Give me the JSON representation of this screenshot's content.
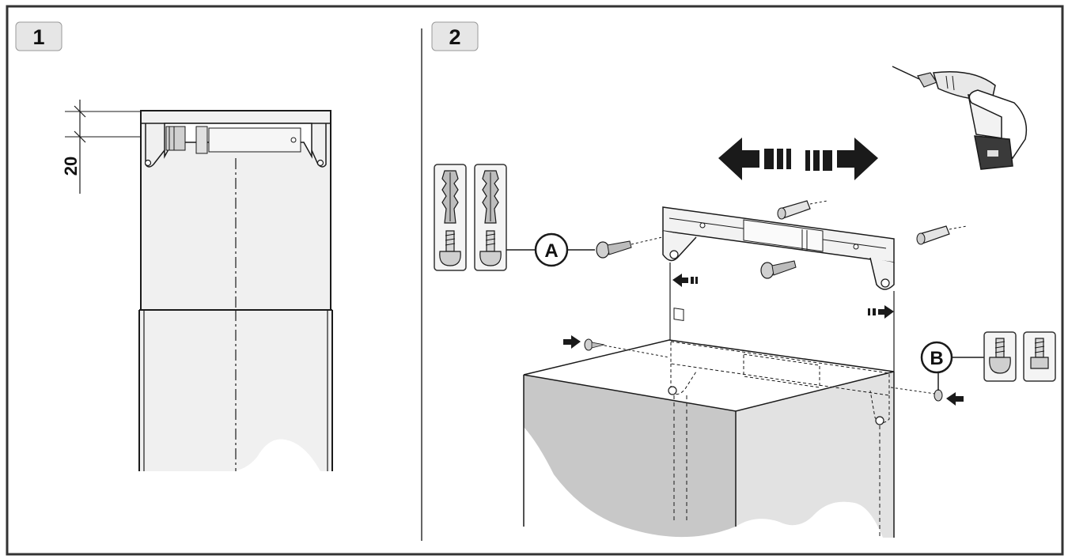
{
  "steps": [
    {
      "number": "1"
    },
    {
      "number": "2"
    }
  ],
  "dimension": {
    "value": "20"
  },
  "callouts": [
    {
      "letter": "A"
    },
    {
      "letter": "B"
    }
  ],
  "icons": [
    "wall-plug-icon",
    "screw-icon",
    "drill-icon",
    "arrow-left-icon",
    "arrow-right-icon"
  ],
  "colors": {
    "frame": "#333333",
    "cabinet_fill": "#f0f0f0",
    "cabinet_side": "#c8c8c8",
    "badge_fill": "#e6e6e6",
    "line": "#1a1a1a"
  }
}
